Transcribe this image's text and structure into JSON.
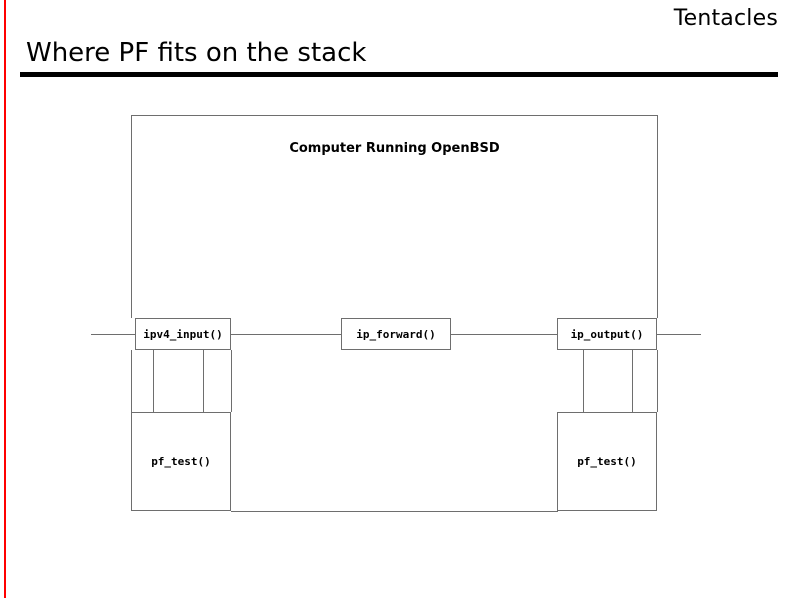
{
  "slide": {
    "deck_name": "Tentacles",
    "title": "Where PF fits on the stack",
    "accent_color": "#ff0000",
    "rule_color": "#000000",
    "line_color": "#6e6e6e"
  },
  "diagram": {
    "container_label": "Computer Running OpenBSD",
    "boxes": [
      {
        "id": "ipv4_input",
        "label": "ipv4_input()"
      },
      {
        "id": "ip_forward",
        "label": "ip_forward()"
      },
      {
        "id": "ip_output",
        "label": "ip_output()"
      },
      {
        "id": "pf_test_in",
        "label": "pf_test()"
      },
      {
        "id": "pf_test_out",
        "label": "pf_test()"
      }
    ]
  }
}
